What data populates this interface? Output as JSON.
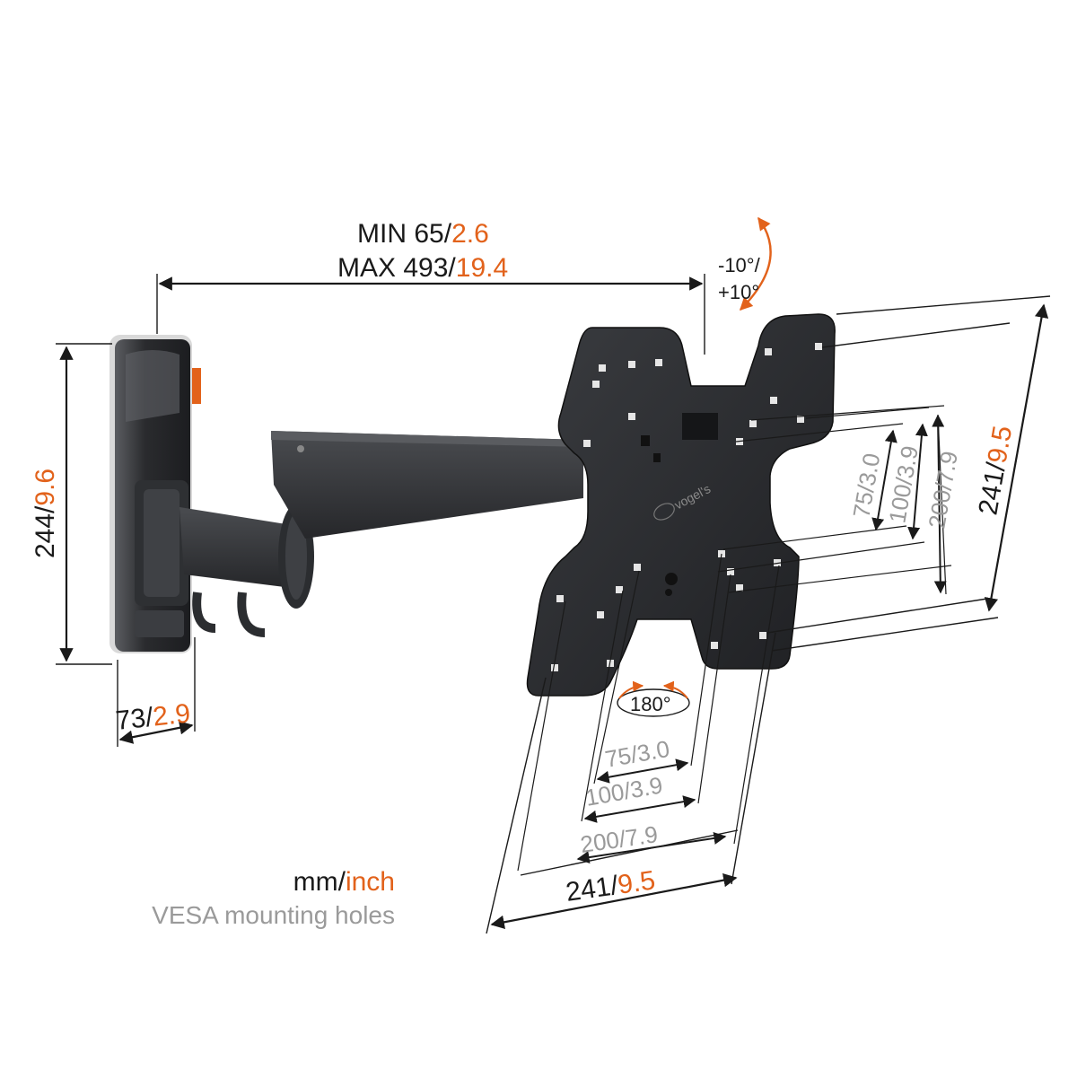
{
  "dimensions": {
    "depth_min": {
      "prefix": "MIN",
      "mm": "65",
      "inch": "2.6"
    },
    "depth_max": {
      "prefix": "MAX",
      "mm": "493",
      "inch": "19.4"
    },
    "tilt": {
      "minus": "-10°/",
      "plus": "+10°"
    },
    "wall_plate_height": {
      "mm": "244",
      "inch": "9.6"
    },
    "wall_plate_width": {
      "mm": "73",
      "inch": "2.9"
    },
    "rotation": "180°",
    "plate_height": {
      "mm": "241",
      "inch": "9.5"
    },
    "plate_width": {
      "mm": "241",
      "inch": "9.5"
    },
    "vesa_vertical": [
      {
        "mm": "75",
        "inch": "3.0"
      },
      {
        "mm": "100",
        "inch": "3.9"
      },
      {
        "mm": "200",
        "inch": "7.9"
      }
    ],
    "vesa_horizontal": [
      {
        "mm": "75",
        "inch": "3.0"
      },
      {
        "mm": "100",
        "inch": "3.9"
      },
      {
        "mm": "200",
        "inch": "7.9"
      }
    ]
  },
  "brand_logo": "vogel's",
  "legend": {
    "units_mm": "mm/",
    "units_inch": "inch",
    "vesa": "VESA mounting holes"
  },
  "colors": {
    "metric": "#1a1a1a",
    "imperial": "#e2621b",
    "vesa": "#9a9a9a",
    "mount": "#2b2d30",
    "accent_tab": "#e2621b"
  }
}
